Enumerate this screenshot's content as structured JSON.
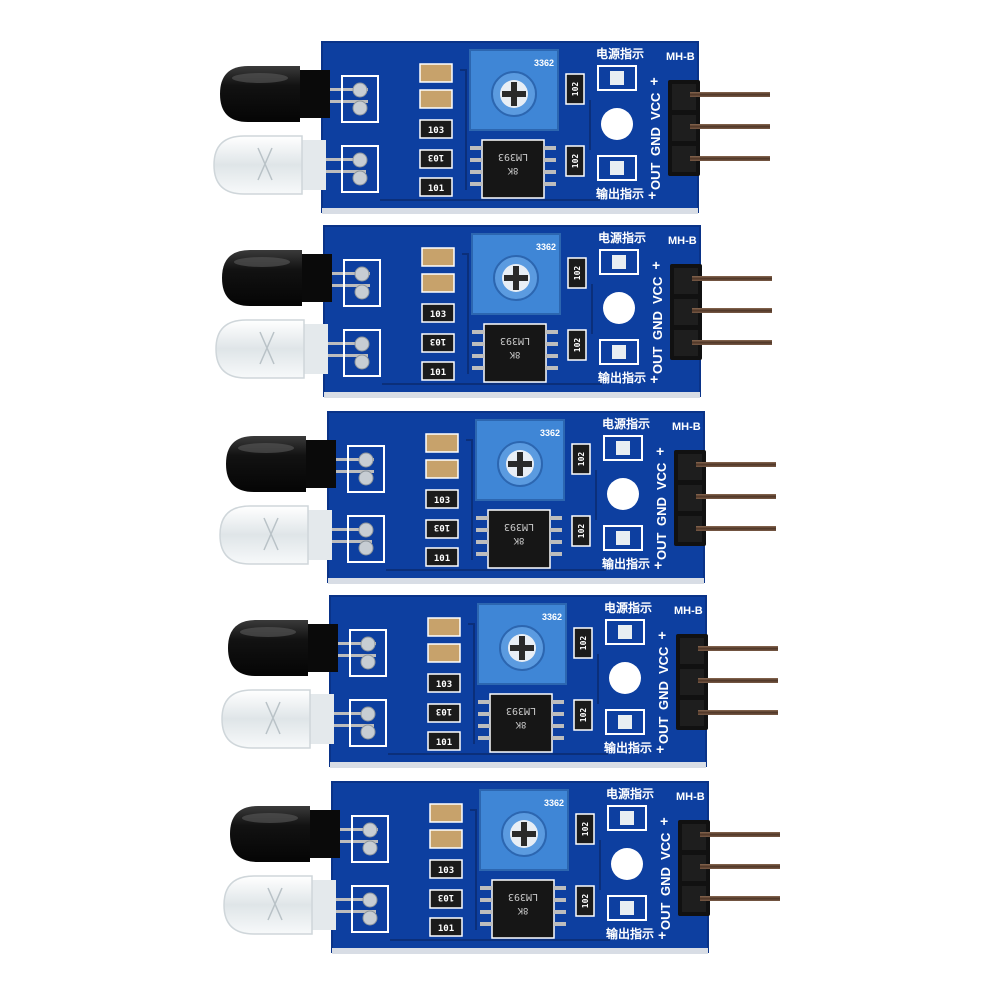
{
  "image": {
    "subject": "infrared obstacle avoidance sensor module",
    "module_count": 5
  },
  "module_labels": {
    "model": "MH-B",
    "power_indicator": "电源指示",
    "output_indicator": "输出指示",
    "pin_out": "OUT",
    "pin_gnd": "GND",
    "pin_vcc": "VCC",
    "pin_plus": "+",
    "resistor_103": "103",
    "resistor_102": "102",
    "resistor_101": "101",
    "chip": "LM393",
    "chip_line2": "8K",
    "pot_code": "3362"
  },
  "colors": {
    "pcb": "#0d3fa0",
    "pcb_edge": "#0a3388",
    "pot": "#3f86d6",
    "emitter_led": "#151515",
    "receiver_led": "#eef2f4",
    "header_pins": "#6b4e3a",
    "smd_cap": "#c7a26b"
  }
}
